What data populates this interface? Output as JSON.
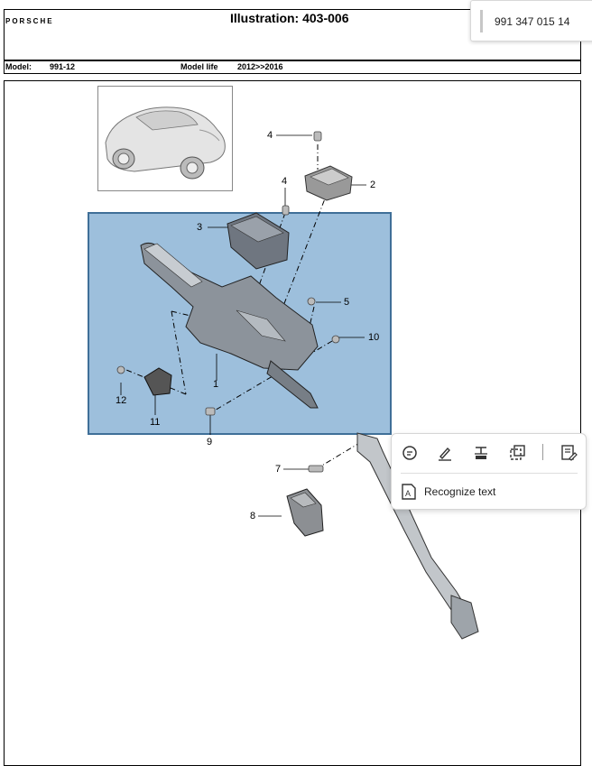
{
  "header": {
    "logo_text": "PORSCHE",
    "title": "Illustration: 403-006"
  },
  "model_bar": {
    "model_label": "Model:",
    "model_value": "991-12",
    "life_label": "Model life",
    "life_value": "2012>>2016"
  },
  "search_chip": {
    "value": "991 347 015 14"
  },
  "callouts": [
    "1",
    "2",
    "3",
    "4",
    "4",
    "5",
    "7",
    "8",
    "9",
    "10",
    "11",
    "12"
  ],
  "toolbar": {
    "icons": [
      "comment-icon",
      "highlight-pen-icon",
      "strikethrough-icon",
      "area-select-icon",
      "edit-text-icon"
    ],
    "recognize_label": "Recognize text"
  },
  "colors": {
    "highlight_fill": "#9dbfdc",
    "highlight_border": "#3f6f98"
  }
}
